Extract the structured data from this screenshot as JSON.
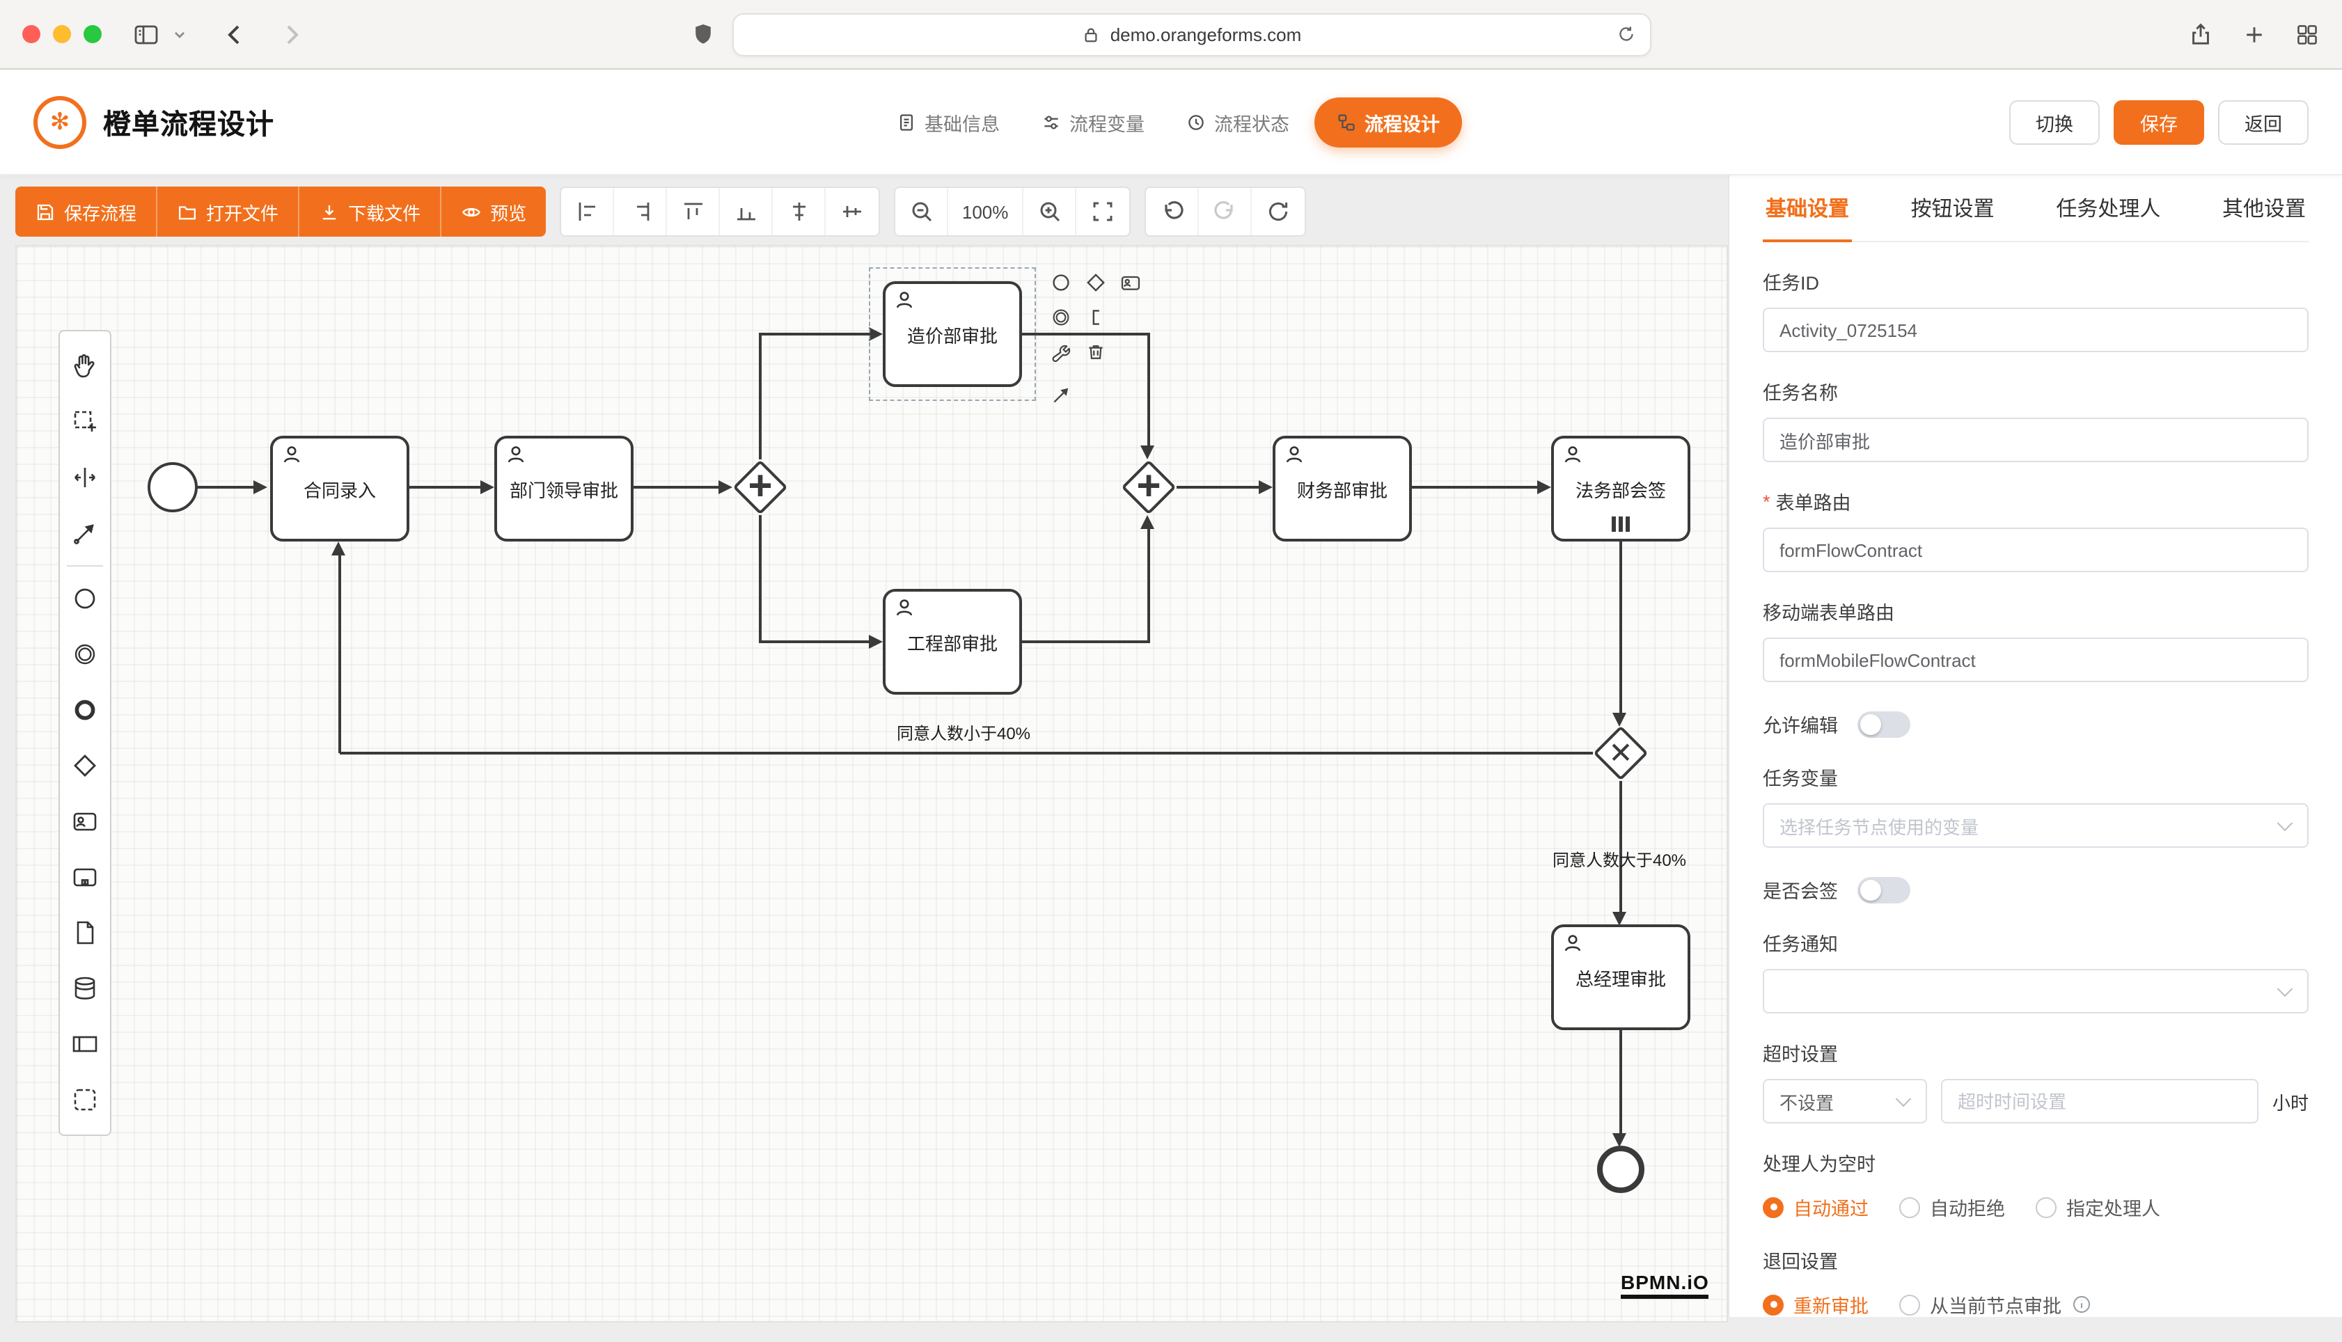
{
  "browser": {
    "url": "demo.orangeforms.com"
  },
  "app": {
    "title": "橙单流程设计",
    "nav": [
      {
        "label": "基础信息"
      },
      {
        "label": "流程变量"
      },
      {
        "label": "流程状态"
      },
      {
        "label": "流程设计"
      }
    ],
    "actions": {
      "switch": "切换",
      "save": "保存",
      "back": "返回"
    }
  },
  "toolbar": {
    "save_flow": "保存流程",
    "open_file": "打开文件",
    "download_file": "下载文件",
    "preview": "预览",
    "zoom_level": "100%"
  },
  "palette_tools": [
    "hand-tool",
    "lasso-tool",
    "space-tool",
    "global-connect-tool",
    "start-event",
    "intermediate-event",
    "end-event",
    "gateway",
    "user-task",
    "subprocess",
    "data-object",
    "data-store",
    "participant",
    "group"
  ],
  "canvas": {
    "nodes": {
      "contract_entry": "合同录入",
      "dept_leader": "部门领导审批",
      "cost_dept": "造价部审批",
      "engineering_dept": "工程部审批",
      "finance_dept": "财务部审批",
      "legal_dept": "法务部会签",
      "general_manager": "总经理审批"
    },
    "edge_labels": {
      "lt40": "同意人数小于40%",
      "gt40": "同意人数大于40%"
    },
    "symbols": {
      "parallel": "+",
      "exclusive": "✕"
    },
    "watermark": "BPMN.iO"
  },
  "panel": {
    "tabs": [
      "基础设置",
      "按钮设置",
      "任务处理人",
      "其他设置"
    ],
    "task_id": {
      "label": "任务ID",
      "value": "Activity_0725154"
    },
    "task_name": {
      "label": "任务名称",
      "value": "造价部审批"
    },
    "form_route": {
      "label": "表单路由",
      "required_mark": "*",
      "value": "formFlowContract"
    },
    "mobile_form_route": {
      "label": "移动端表单路由",
      "value": "formMobileFlowContract"
    },
    "allow_edit": {
      "label": "允许编辑",
      "on": false
    },
    "task_variable": {
      "label": "任务变量",
      "placeholder": "选择任务节点使用的变量"
    },
    "countersign": {
      "label": "是否会签",
      "on": false
    },
    "task_notify": {
      "label": "任务通知"
    },
    "timeout": {
      "label": "超时设置",
      "select_value": "不设置",
      "placeholder": "超时时间设置",
      "unit": "小时"
    },
    "empty_handler": {
      "label": "处理人为空时",
      "options": [
        "自动通过",
        "自动拒绝",
        "指定处理人"
      ],
      "selected": "自动通过"
    },
    "reject_setting": {
      "label": "退回设置",
      "options": [
        "重新审批",
        "从当前节点审批"
      ],
      "selected": "重新审批"
    }
  },
  "colors": {
    "accent": "#f2701d"
  }
}
